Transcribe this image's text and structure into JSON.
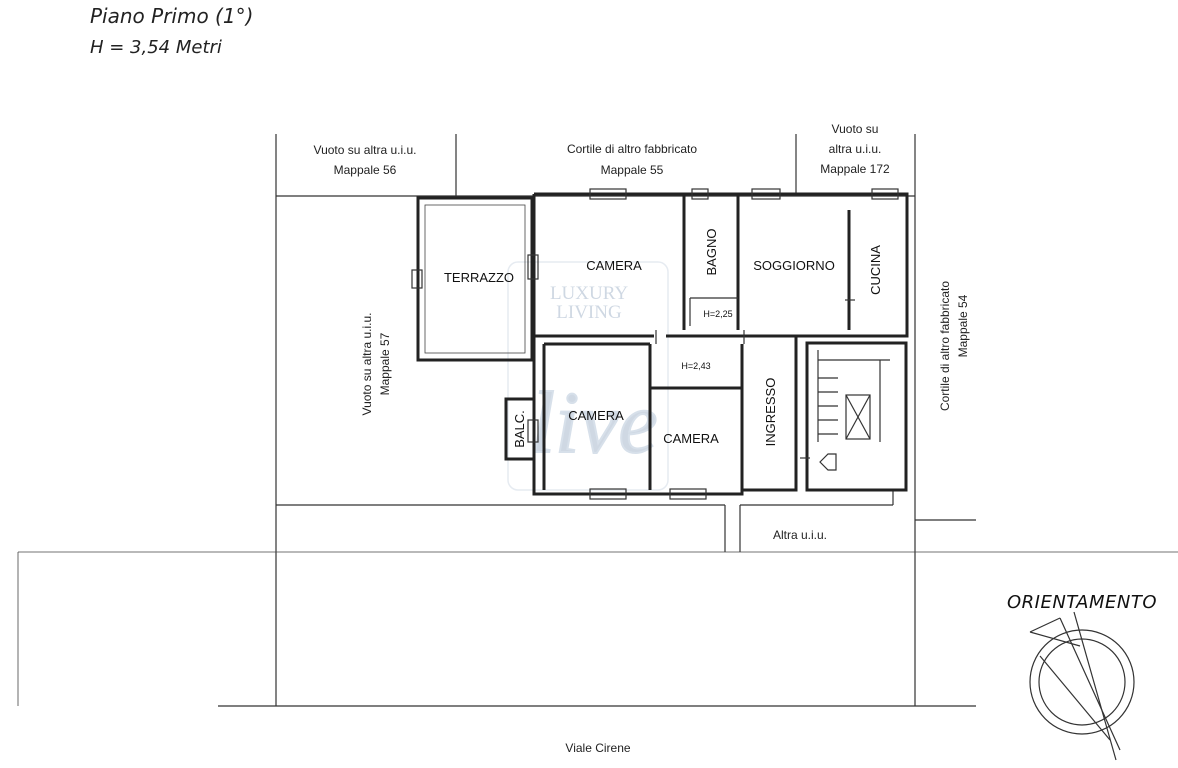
{
  "header": {
    "floor": "Piano Primo (1°)",
    "height": "H = 3,54 Metri"
  },
  "surroundings": {
    "top_left": [
      "Vuoto su altra u.i.u.",
      "Mappale 56"
    ],
    "top_center": [
      "Cortile di altro fabbricato",
      "Mappale 55"
    ],
    "top_right": [
      "Vuoto su",
      "altra u.i.u.",
      "Mappale 172"
    ],
    "left": [
      "Vuoto su altra u.i.u.",
      "Mappale 57"
    ],
    "right": [
      "Cortile di altro fabbricato",
      "Mappale 54"
    ],
    "bottom_other": "Altra u.i.u.",
    "street": "Viale Cirene"
  },
  "rooms": {
    "terrazzo": "TERRAZZO",
    "camera_top": "CAMERA",
    "bagno": "BAGNO",
    "soggiorno": "SOGGIORNO",
    "cucina": "CUCINA",
    "camera_bottom_left": "CAMERA",
    "camera_bottom_mid": "CAMERA",
    "ingresso": "INGRESSO",
    "balcone": "BALC."
  },
  "heights": {
    "bagno_h": "H=2,25",
    "corridor_h": "H=2,43"
  },
  "watermark": {
    "line1": "LUXURY",
    "line2": "LIVING",
    "mark": "live"
  },
  "orientation": {
    "label": "ORIENTAMENTO"
  }
}
